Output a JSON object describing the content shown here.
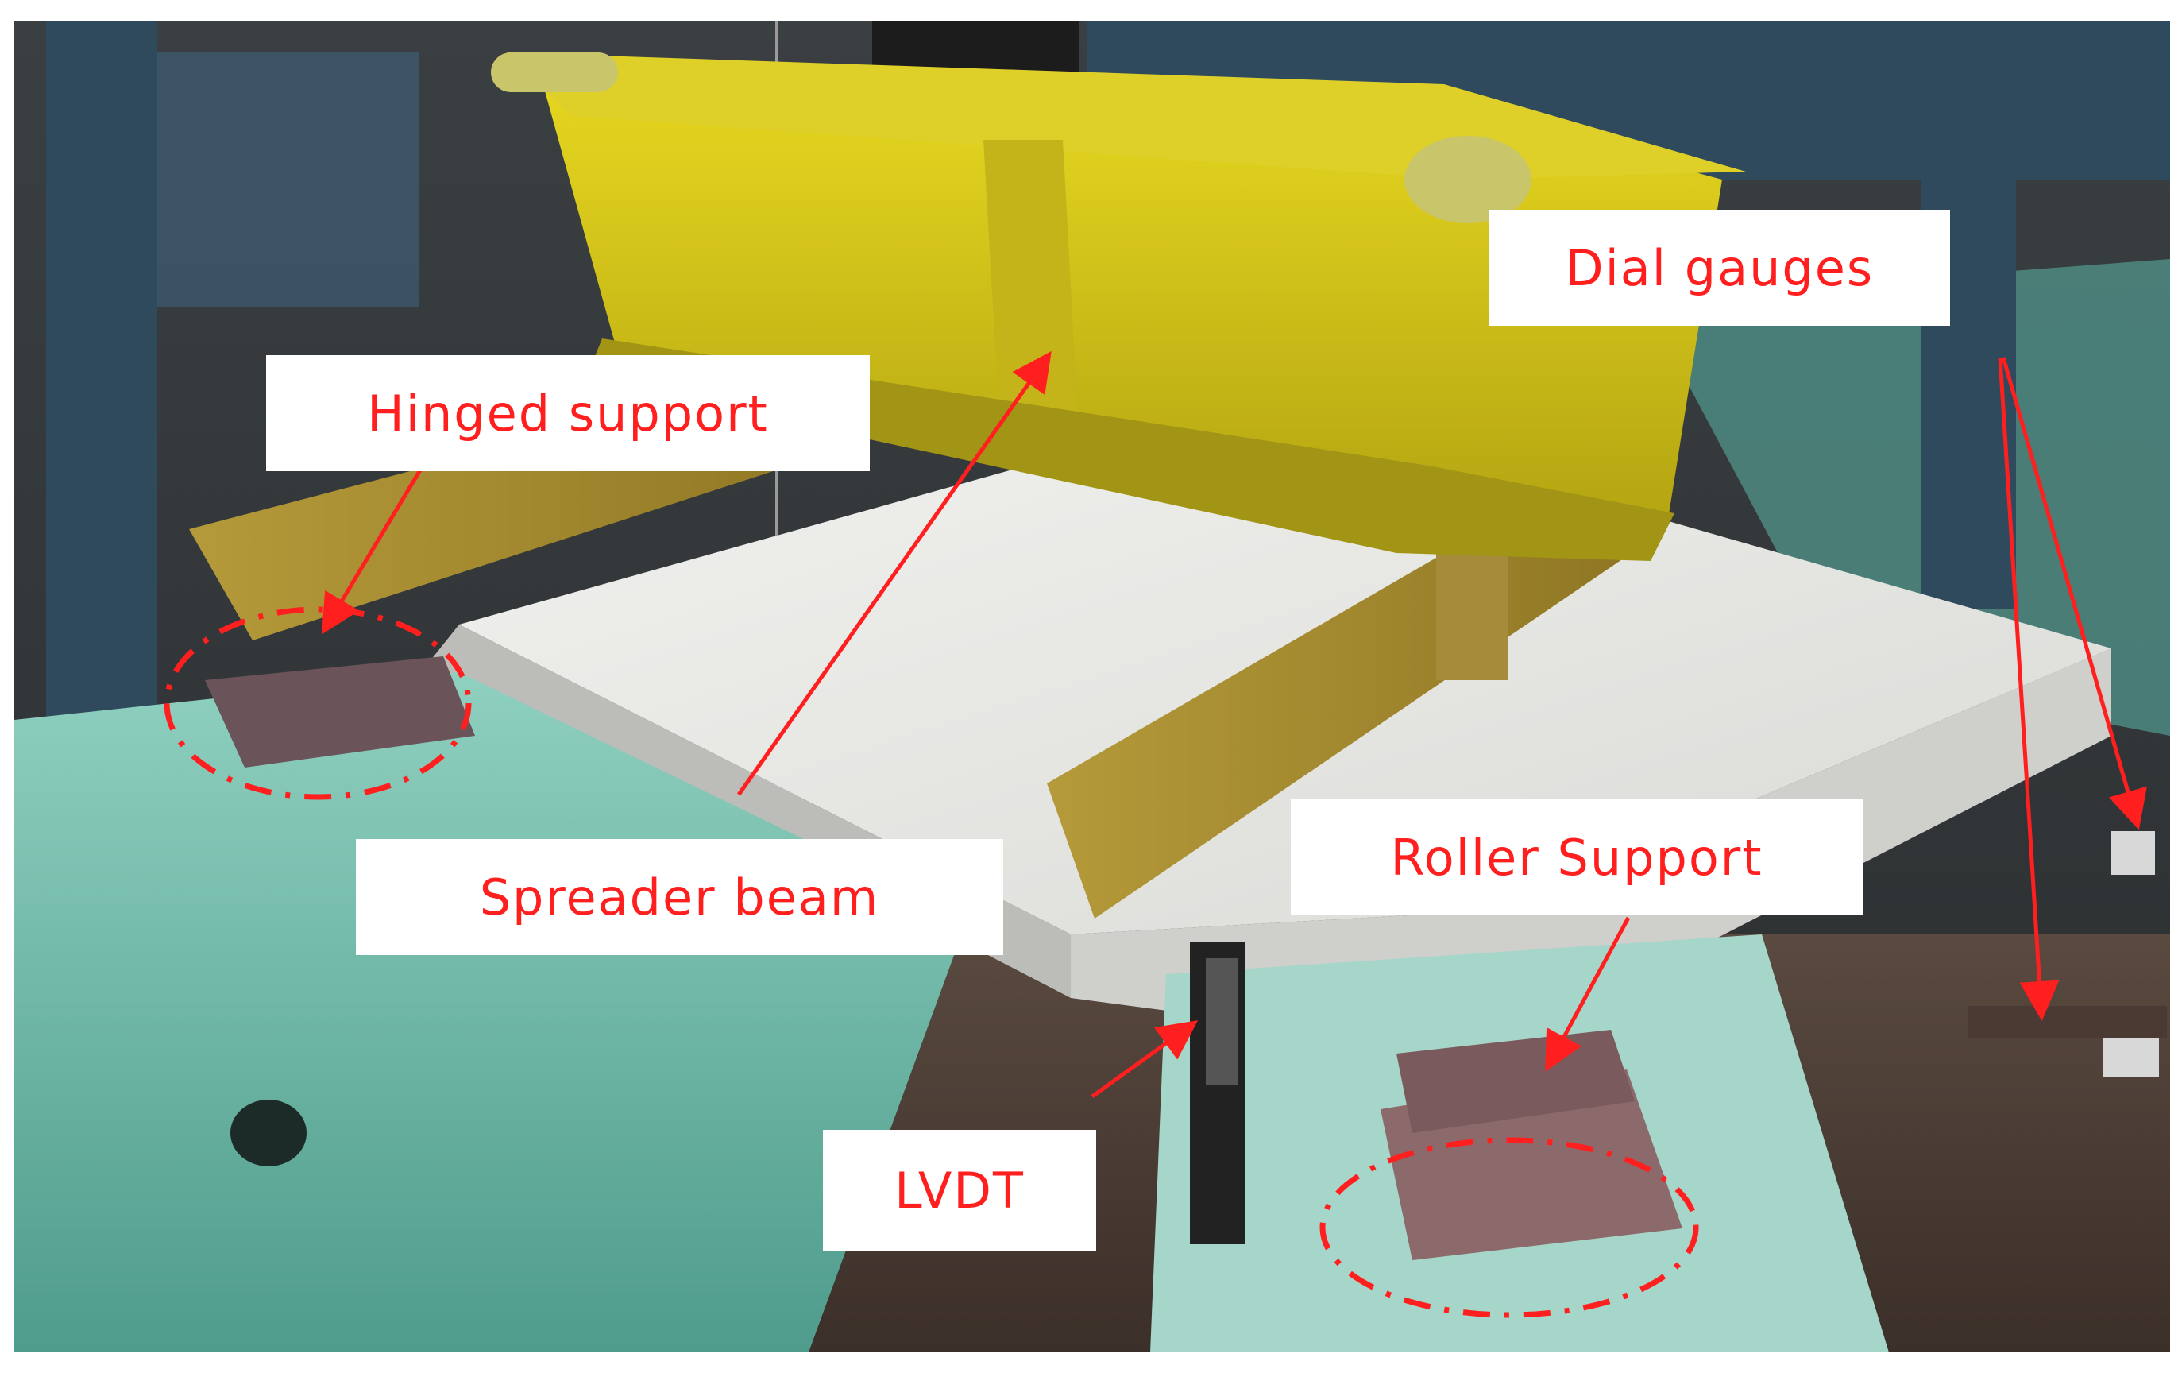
{
  "labels": {
    "hinged_support": "Hinged support",
    "spreader_beam": "Spreader beam",
    "dial_gauges": "Dial gauges",
    "roller_support": "Roller Support",
    "lvdt": "LVDT"
  },
  "colors": {
    "annotation": "#ff1f1f",
    "label_background": "#ffffff",
    "steel_beam": "#d4c21a",
    "slab": "#e6e6e3",
    "support_table": "#6fb8a8",
    "frame": "#2e4a5c"
  }
}
